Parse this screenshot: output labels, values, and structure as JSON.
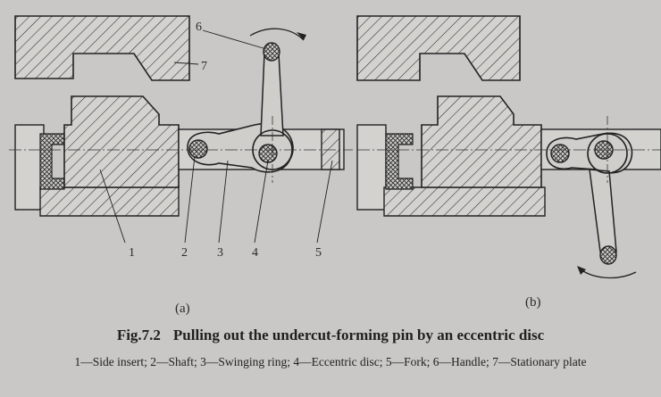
{
  "figure": {
    "number": "Fig.7.2",
    "title": "Pulling out the undercut-forming pin by an eccentric disc",
    "legend": "1—Side insert; 2—Shaft; 3—Swinging ring; 4—Eccentric disc; 5—Fork; 6—Handle; 7—Stationary plate",
    "subfigures": [
      {
        "label": "(a)"
      },
      {
        "label": "(b)"
      }
    ],
    "callouts": [
      "1",
      "2",
      "3",
      "4",
      "5",
      "6",
      "7"
    ]
  }
}
